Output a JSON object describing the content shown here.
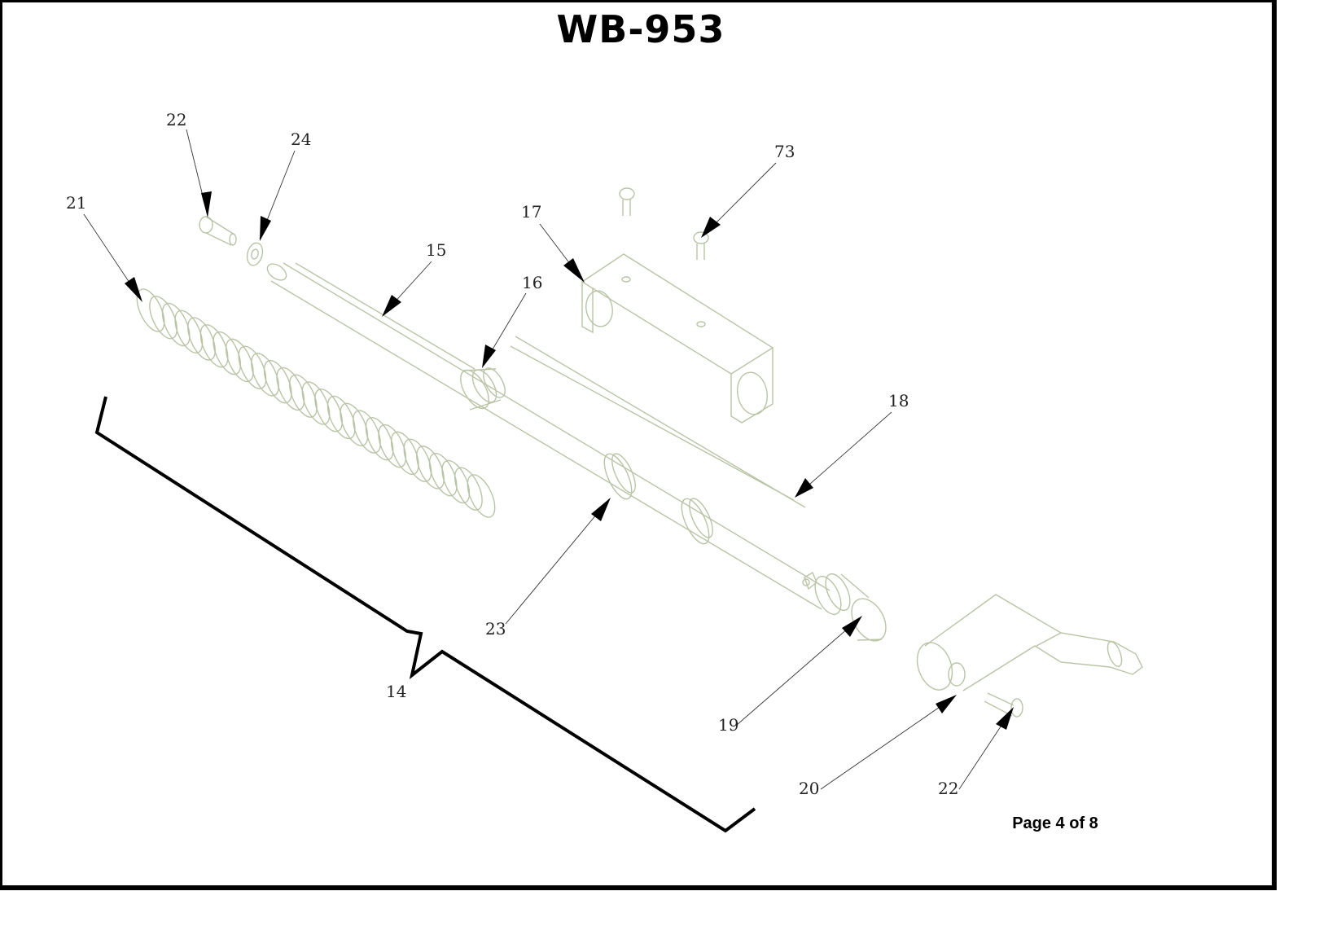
{
  "document": {
    "title": "WB-953",
    "page_label": "Page 4 of 8"
  },
  "callouts": {
    "c14": "14",
    "c15": "15",
    "c16": "16",
    "c17": "17",
    "c18": "18",
    "c19": "19",
    "c20": "20",
    "c21": "21",
    "c22a": "22",
    "c22b": "22",
    "c23": "23",
    "c24": "24",
    "c73": "73"
  }
}
